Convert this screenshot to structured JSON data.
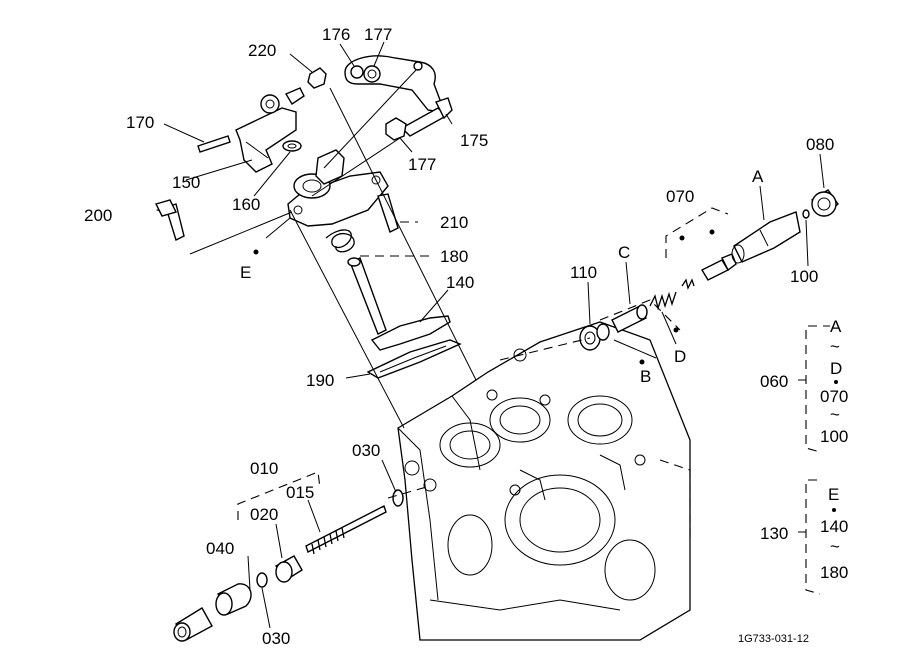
{
  "callouts": {
    "c010": "010",
    "c015": "015",
    "c020": "020",
    "c030a": "030",
    "c030b": "030",
    "c040": "040",
    "c060": "060",
    "c070": "070",
    "c080": "080",
    "c100": "100",
    "c110": "110",
    "c130": "130",
    "c140": "140",
    "c150": "150",
    "c160": "160",
    "c170": "170",
    "c175": "175",
    "c176": "176",
    "c177a": "177",
    "c177b": "177",
    "c180": "180",
    "c190": "190",
    "c200": "200",
    "c210": "210",
    "c220": "220"
  },
  "reference_letters": {
    "a": "A",
    "b": "B",
    "c": "C",
    "d": "D",
    "e": "E"
  },
  "groups": {
    "g060": {
      "top": "A",
      "tilde1": "~",
      "mid": "D",
      "item1": "070",
      "tilde2": "~",
      "item2": "100"
    },
    "g130": {
      "top": "E",
      "item1": "140",
      "tilde": "~",
      "item2": "180"
    }
  },
  "figure_code": "1G733-031-12"
}
